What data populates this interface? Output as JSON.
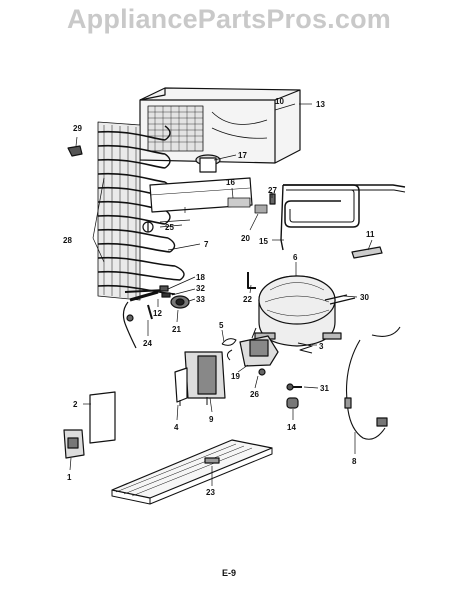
{
  "watermark": "AppliancePartsPros.com",
  "page_label": "E-9",
  "callouts": {
    "c1": "1",
    "c2": "2",
    "c3": "3",
    "c4": "4",
    "c5": "5",
    "c6": "6",
    "c7": "7",
    "c8": "8",
    "c9": "9",
    "c10": "10",
    "c11": "11",
    "c12": "12",
    "c13": "13",
    "c14": "14",
    "c15": "15",
    "c16": "16",
    "c17": "17",
    "c18": "18",
    "c19": "19",
    "c20": "20",
    "c21": "21",
    "c22": "22",
    "c23": "23",
    "c24": "24",
    "c25": "25",
    "c26": "26",
    "c27": "27",
    "c28": "28",
    "c29": "29",
    "c30": "30",
    "c31": "31",
    "c32": "32",
    "c33": "33"
  }
}
